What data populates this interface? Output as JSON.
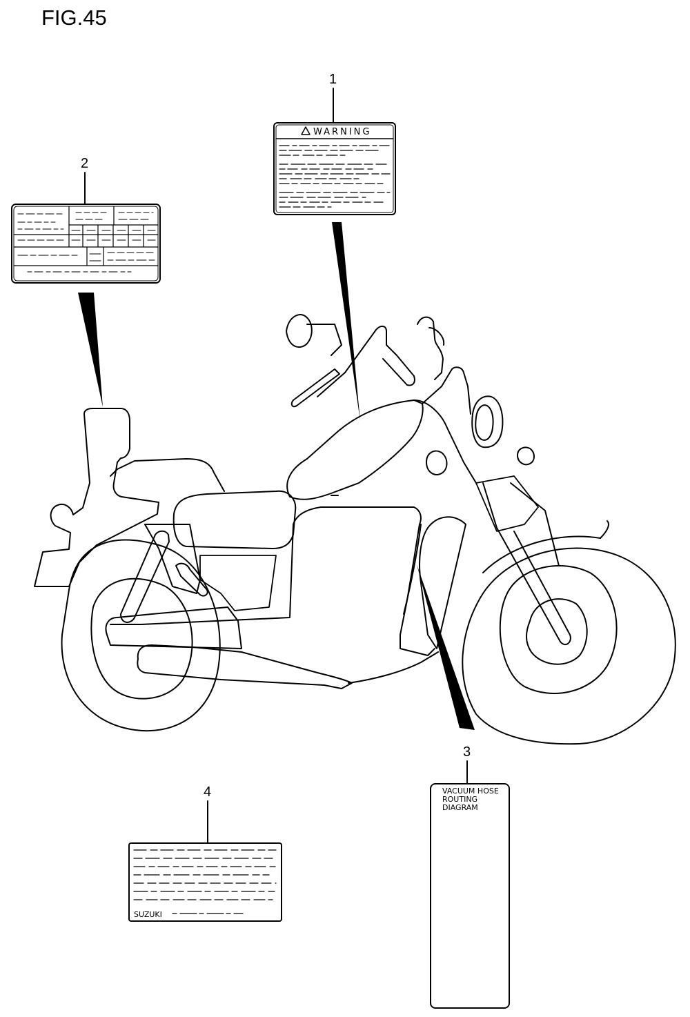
{
  "figure": {
    "title": "FIG.45"
  },
  "callouts": [
    "1",
    "2",
    "3",
    "4"
  ],
  "labels": {
    "warning_label": {
      "heading": "WARNING"
    },
    "vacuum_hose_label": {
      "lines": [
        "VACUUM HOSE",
        "ROUTING",
        "DIAGRAM"
      ]
    },
    "info_label": {
      "brand": "SUZUKI"
    }
  }
}
